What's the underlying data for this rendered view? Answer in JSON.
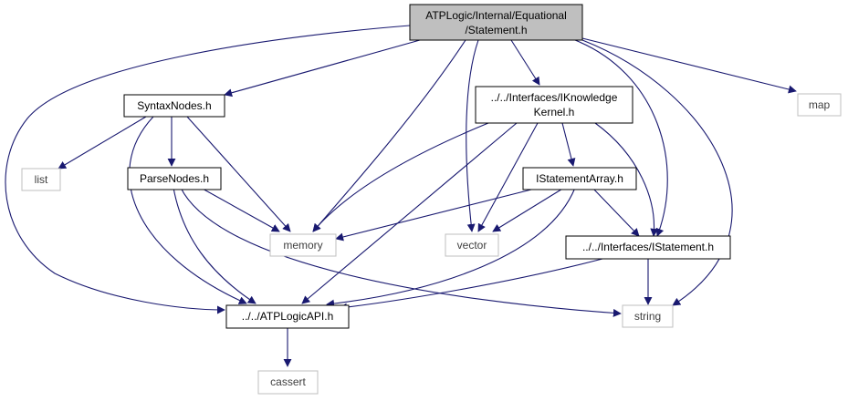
{
  "colors": {
    "edge": "#191970",
    "root_fill": "#bfbfbf",
    "node_border": "#000000",
    "external_border": "#bfbfbf",
    "external_text": "#3f3f3f"
  },
  "nodes": {
    "root": {
      "lines": [
        "ATPLogic/Internal/Equational",
        "/Statement.h"
      ]
    },
    "syntaxnodes": {
      "lines": [
        "SyntaxNodes.h"
      ]
    },
    "iknowledgekernel": {
      "lines": [
        "../../Interfaces/IKnowledge",
        "Kernel.h"
      ]
    },
    "map": {
      "lines": [
        "map"
      ]
    },
    "list": {
      "lines": [
        "list"
      ]
    },
    "parsenodes": {
      "lines": [
        "ParseNodes.h"
      ]
    },
    "istatementarray": {
      "lines": [
        "IStatementArray.h"
      ]
    },
    "memory": {
      "lines": [
        "memory"
      ]
    },
    "vector": {
      "lines": [
        "vector"
      ]
    },
    "istatement": {
      "lines": [
        "../../Interfaces/IStatement.h"
      ]
    },
    "atplogicapi": {
      "lines": [
        "../../ATPLogicAPI.h"
      ]
    },
    "string": {
      "lines": [
        "string"
      ]
    },
    "cassert": {
      "lines": [
        "cassert"
      ]
    }
  }
}
